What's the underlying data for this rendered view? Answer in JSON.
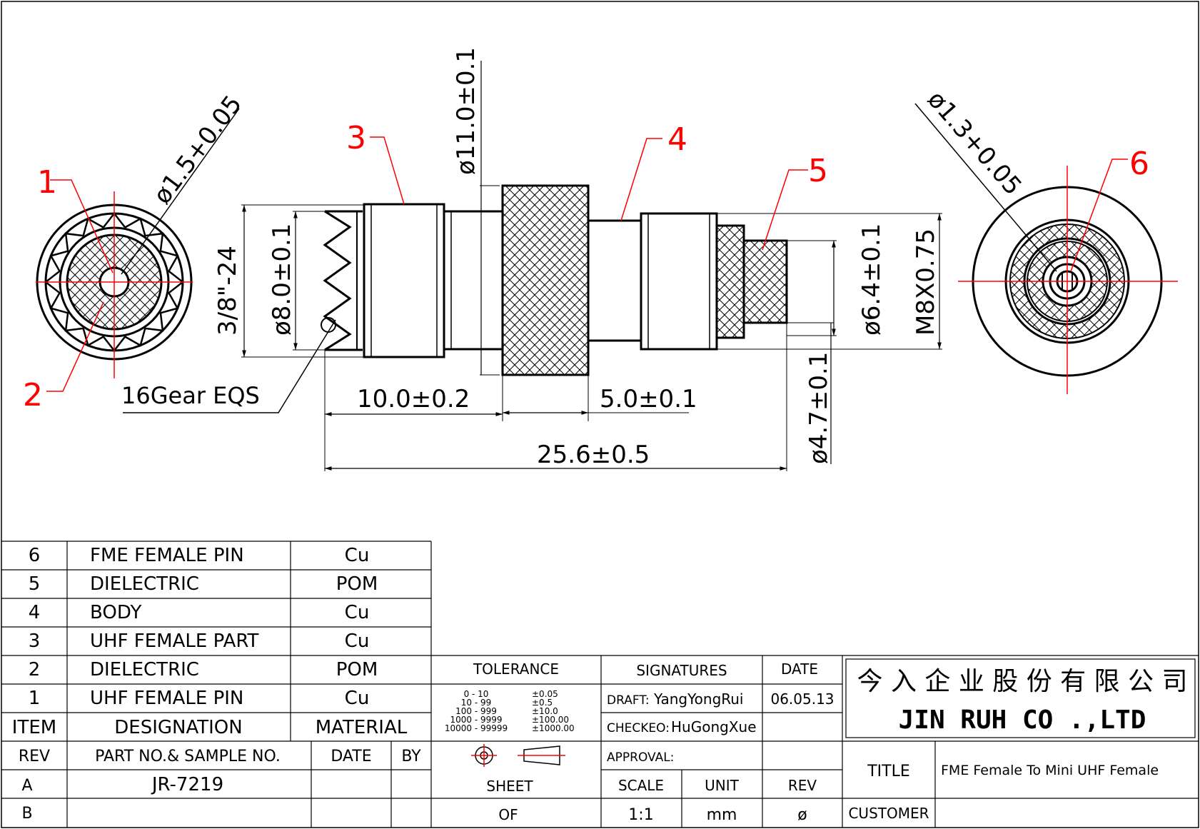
{
  "callouts": [
    "1",
    "2",
    "3",
    "4",
    "5",
    "6"
  ],
  "dimensions": {
    "left_hole": "ø1.5+0.05",
    "thread_left": "3/8\"-24",
    "dia_8": "ø8.0±0.1",
    "dia_11": "ø11.0±0.1",
    "len_10": "10.0±0.2",
    "len_5": "5.0±0.1",
    "len_total": "25.6±0.5",
    "dia_6_4": "ø6.4±0.1",
    "thread_right": "M8X0.75",
    "dia_4_7": "ø4.7±0.1",
    "right_hole": "ø1.3+0.05",
    "gear_note": "16Gear EQS"
  },
  "bom": {
    "header": {
      "item": "ITEM",
      "designation": "DESIGNATION",
      "material": "MATERIAL"
    },
    "rows": [
      {
        "item": "6",
        "designation": "FME  FEMALE  PIN",
        "material": "Cu"
      },
      {
        "item": "5",
        "designation": "DIELECTRIC",
        "material": "POM"
      },
      {
        "item": "4",
        "designation": "BODY",
        "material": "Cu"
      },
      {
        "item": "3",
        "designation": "UHF  FEMALE  PART",
        "material": "Cu"
      },
      {
        "item": "2",
        "designation": "DIELECTRIC",
        "material": "POM"
      },
      {
        "item": "1",
        "designation": "UHF  FEMALE  PIN",
        "material": "Cu"
      }
    ]
  },
  "revisions": {
    "header": {
      "rev": "REV",
      "part": "PART NO.& SAMPLE NO.",
      "date": "DATE",
      "by": "BY"
    },
    "rows": [
      {
        "rev": "A",
        "part": "JR-7219",
        "date": "",
        "by": ""
      },
      {
        "rev": "B",
        "part": "",
        "date": "",
        "by": ""
      }
    ]
  },
  "tolerance": {
    "label": "TOLERANCE",
    "rows": [
      {
        "range": "0  -  10",
        "tol": "±0.05"
      },
      {
        "range": "10  -  99",
        "tol": "±0.5"
      },
      {
        "range": "100  -  999",
        "tol": "±10.0"
      },
      {
        "range": "1000  -  9999",
        "tol": "±100.00"
      },
      {
        "range": "10000  -  99999",
        "tol": "±1000.00"
      }
    ]
  },
  "signatures": {
    "label": "SIGNATURES",
    "date_label": "DATE",
    "draft_label": "DRAFT:",
    "draft_name": "YangYongRui",
    "draft_date": "06.05.13",
    "checked_label": "CHECKEO:",
    "checked_name": "HuGongXue",
    "approval_label": "APPROVAL:"
  },
  "sheet": {
    "sheet_label": "SHEET",
    "of_label": "OF",
    "scale_label": "SCALE",
    "scale_value": "1:1",
    "unit_label": "UNIT",
    "unit_value": "mm",
    "rev_label": "REV",
    "rev_value": "ø"
  },
  "company": {
    "chinese": "今 入 企 业 股 份 有 限 公 司",
    "english": "JIN  RUH  CO .,LTD"
  },
  "title_block": {
    "title_label": "TITLE",
    "title_value": "FME  Female  To  Mini  UHF  Female",
    "customer_label": "CUSTOMER",
    "customer_value": ""
  }
}
